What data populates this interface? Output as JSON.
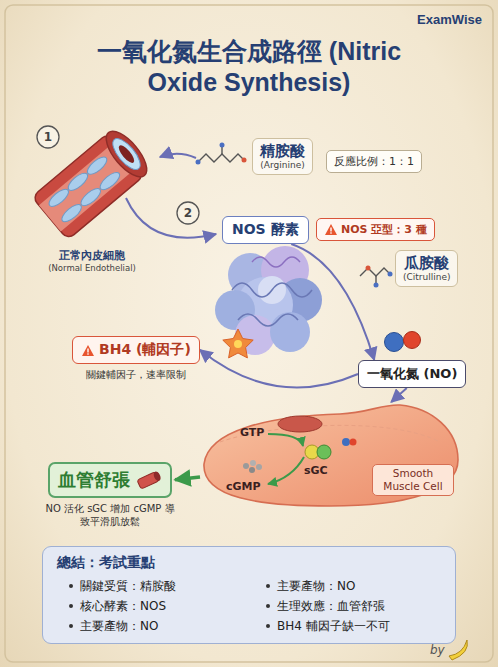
{
  "diagram": {
    "title": "一氧化氮生合成路徑 (Nitric Oxide Synthesis)",
    "nodes": [
      {
        "text": [
          "精胺酸",
          "(Arginine)"
        ]
      },
      {
        "text": [
          "反應比例：1：1"
        ]
      },
      {
        "text": [
          "NOS 酵素"
        ]
      },
      {
        "text": [
          "NOS 亞型：3 種"
        ]
      },
      {
        "text": [
          "瓜胺酸",
          "(Citrulline)"
        ]
      },
      {
        "text": [
          "BH4 (輔因子)",
          "關鍵輔因子，速率限制"
        ]
      },
      {
        "text": [
          "一氧化氮 (NO)"
        ]
      },
      {
        "text": [
          "GTP",
          "sGC",
          "cGMP"
        ]
      },
      {
        "text": [
          "Smooth Muscle Cell"
        ],
        "in": 7
      },
      {
        "text": [
          "血管舒張",
          "NO 活化 sGC 增加 cGMP 導致平滑肌放鬆"
        ]
      },
      {
        "text": [
          "總結：考試重點",
          "關鍵受質：精胺酸",
          "核心酵素：NOS",
          "主要產物：NO",
          "主要產物：NO",
          "生理效應：血管舒張",
          "BH4 輔因子缺一不可"
        ]
      }
    ],
    "edges": [
      {
        "from": 2,
        "to": 6,
        "arrow": "to"
      },
      {
        "from": 6,
        "to": 5,
        "arrow": "to"
      },
      {
        "from": 6,
        "to": 7,
        "arrow": "to"
      },
      {
        "from": 7,
        "to": 9,
        "arrow": "to"
      }
    ],
    "labels": [
      "ExamWise",
      "1",
      "2",
      "正常內皮細胞",
      "(Normal Endothelial)",
      "by"
    ]
  }
}
